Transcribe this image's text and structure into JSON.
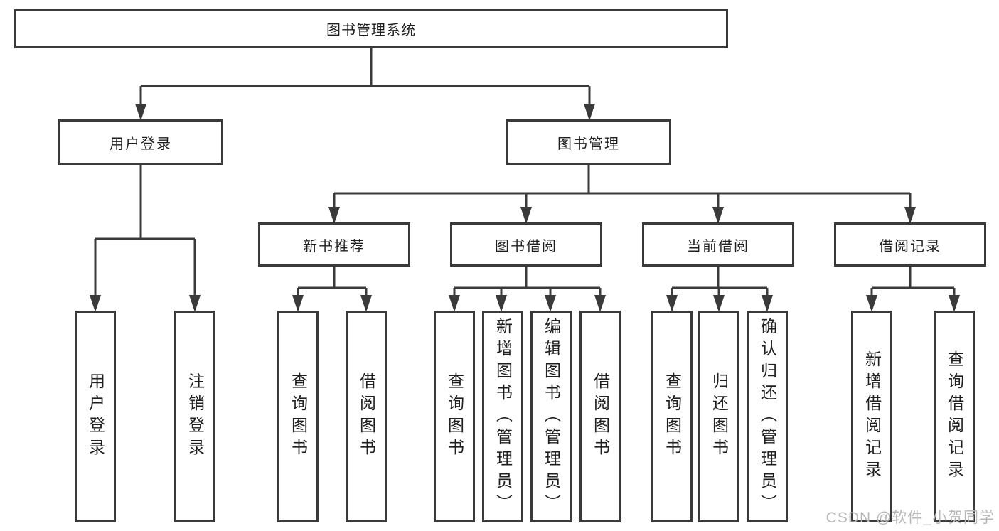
{
  "tree": {
    "root": {
      "label": "图书管理系统"
    },
    "level2": [
      {
        "label": "用户登录"
      },
      {
        "label": "图书管理"
      }
    ],
    "level3": [
      {
        "label": "新书推荐"
      },
      {
        "label": "图书借阅"
      },
      {
        "label": "当前借阅"
      },
      {
        "label": "借阅记录"
      }
    ],
    "leaves": {
      "user_login": [
        "用户登录",
        "注销登录"
      ],
      "new_book": [
        "查询图书",
        "借阅图书"
      ],
      "borrow": [
        "查询图书",
        "新增图书（管理员）",
        "编辑图书（管理员）",
        "借阅图书"
      ],
      "current": [
        "查询图书",
        "归还图书",
        "确认归还（管理员）"
      ],
      "records": [
        "新增借阅记录",
        "查询借阅记录"
      ]
    }
  },
  "watermark": {
    "text": "CSDN @软件_小贺同学"
  },
  "colors": {
    "line": "#3a3a3a",
    "text": "#1f1f1f",
    "watermark": "#b8b8b8",
    "background": "#ffffff"
  }
}
